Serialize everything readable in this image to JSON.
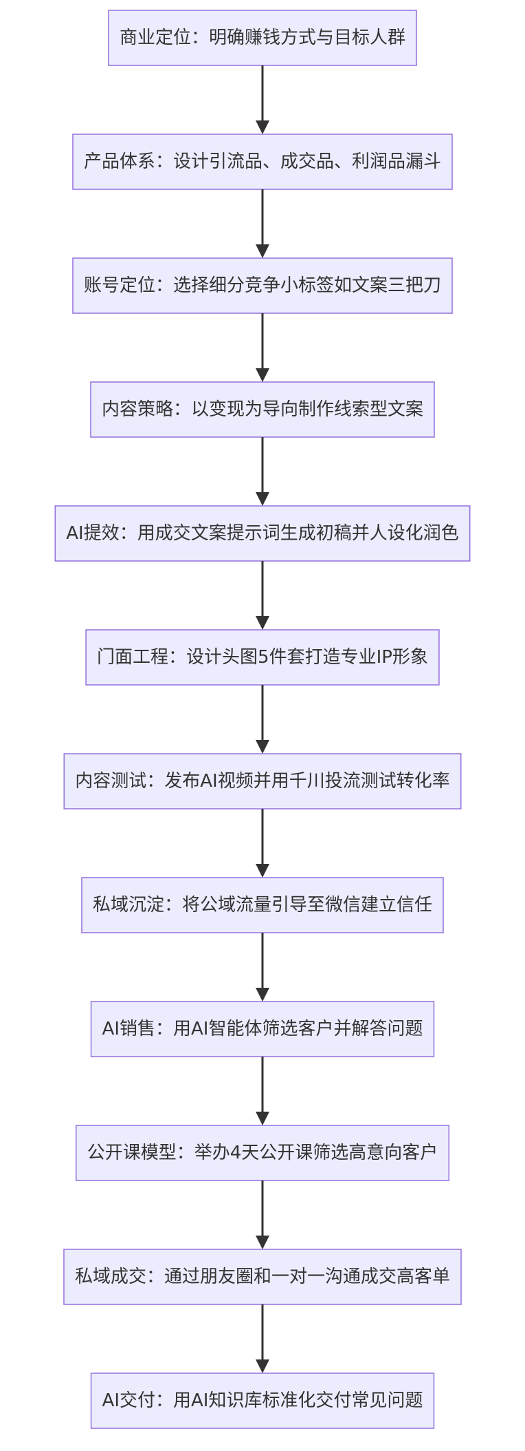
{
  "flowchart": {
    "direction": "top-to-bottom",
    "colors": {
      "node_fill": "#ececff",
      "node_stroke": "#9370db",
      "text": "#333333",
      "edge": "#333333",
      "background": "#ffffff"
    },
    "nodes": [
      {
        "id": "n1",
        "label": "商业定位：明确赚钱方式与目标人群"
      },
      {
        "id": "n2",
        "label": "产品体系：设计引流品、成交品、利润品漏斗"
      },
      {
        "id": "n3",
        "label": "账号定位：选择细分竞争小标签如文案三把刀"
      },
      {
        "id": "n4",
        "label": "内容策略：以变现为导向制作线索型文案"
      },
      {
        "id": "n5",
        "label": "AI提效：用成交文案提示词生成初稿并人设化润色"
      },
      {
        "id": "n6",
        "label": "门面工程：设计头图5件套打造专业IP形象"
      },
      {
        "id": "n7",
        "label": "内容测试：发布AI视频并用千川投流测试转化率"
      },
      {
        "id": "n8",
        "label": "私域沉淀：将公域流量引导至微信建立信任"
      },
      {
        "id": "n9",
        "label": "AI销售：用AI智能体筛选客户并解答问题"
      },
      {
        "id": "n10",
        "label": "公开课模型：举办4天公开课筛选高意向客户"
      },
      {
        "id": "n11",
        "label": "私域成交：通过朋友圈和一对一沟通成交高客单"
      },
      {
        "id": "n12",
        "label": "AI交付：用AI知识库标准化交付常见问题"
      }
    ],
    "edges": [
      {
        "from": "n1",
        "to": "n2"
      },
      {
        "from": "n2",
        "to": "n3"
      },
      {
        "from": "n3",
        "to": "n4"
      },
      {
        "from": "n4",
        "to": "n5"
      },
      {
        "from": "n5",
        "to": "n6"
      },
      {
        "from": "n6",
        "to": "n7"
      },
      {
        "from": "n7",
        "to": "n8"
      },
      {
        "from": "n8",
        "to": "n9"
      },
      {
        "from": "n9",
        "to": "n10"
      },
      {
        "from": "n10",
        "to": "n11"
      },
      {
        "from": "n11",
        "to": "n12"
      }
    ]
  }
}
